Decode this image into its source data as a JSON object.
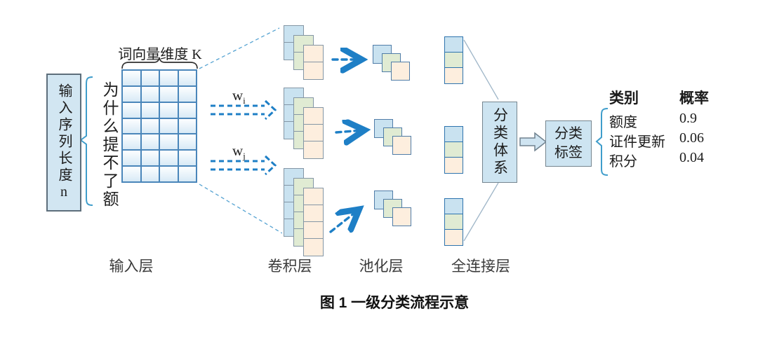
{
  "palette": {
    "light_blue": "#cde4f1",
    "light_green": "#e0ebd3",
    "light_peach": "#fdeede",
    "arrow_blue": "#1e7fc6",
    "bracket_blue": "#3f9dcb",
    "matrix_border_blue": "#4a86ba"
  },
  "input_layer": {
    "box_label": "输入序列长度n",
    "sequence": "为什么提不了额",
    "dim_label": "词向量维度 K"
  },
  "filters": [
    {
      "base": "w",
      "sub": "i"
    },
    {
      "base": "w",
      "sub": "j"
    }
  ],
  "structure": {
    "matrix": {
      "rows": 7,
      "cols": 4
    },
    "stack_layers": [
      "blue",
      "green",
      "orange"
    ],
    "conv_stacks": [
      {
        "cells": 2
      },
      {
        "cells": 3
      },
      {
        "cells": 4
      }
    ],
    "pool_groups": 3,
    "fc_columns": 3
  },
  "taxonomy_box": "分类体系",
  "result_box": {
    "line1": "分类",
    "line2": "标签"
  },
  "result_table": {
    "headers": [
      "类别",
      "概率"
    ],
    "rows": [
      {
        "category": "额度",
        "prob": "0.9"
      },
      {
        "category": "证件更新",
        "prob": "0.06"
      },
      {
        "category": "积分",
        "prob": "0.04"
      }
    ]
  },
  "layer_labels": [
    "输入层",
    "卷积层",
    "池化层",
    "全连接层"
  ],
  "caption": "图 1  一级分类流程示意"
}
